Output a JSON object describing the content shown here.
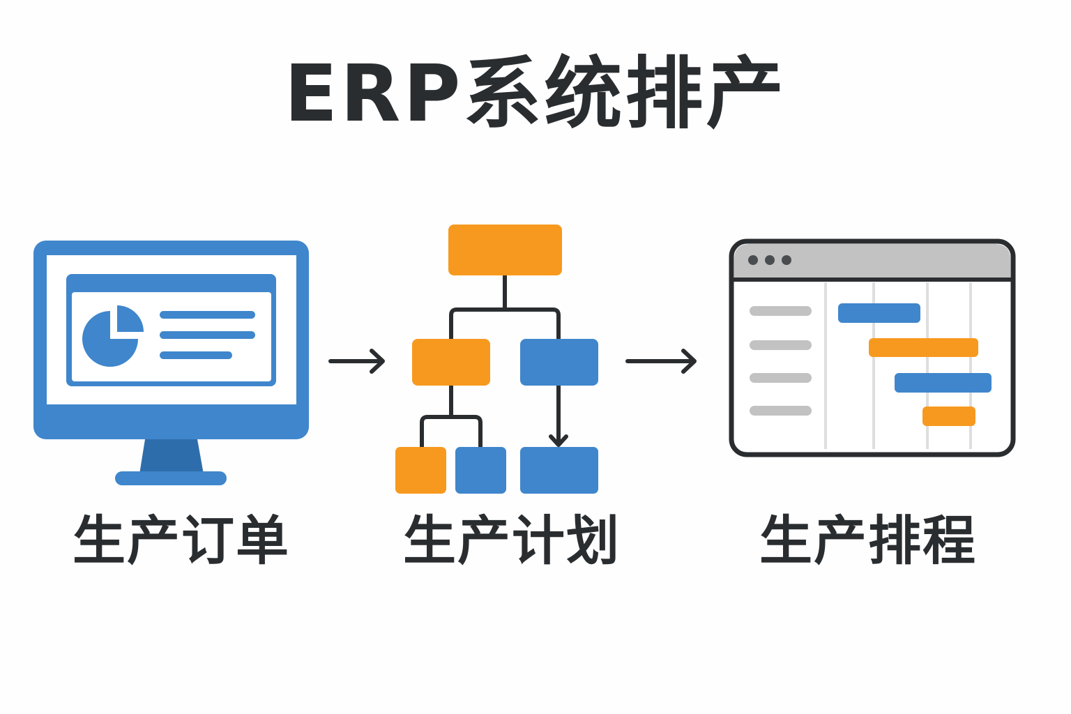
{
  "title": "ERP系统排产",
  "colors": {
    "blue": "#3f86cc",
    "blue_dark": "#2e6dab",
    "orange": "#f7991f",
    "dark": "#2a2d30",
    "gray": "#c2c2c2",
    "grid": "#dedede"
  },
  "steps": [
    {
      "label": "生产订单",
      "icon": "monitor-chart-icon"
    },
    {
      "label": "生产计划",
      "icon": "flowchart-icon"
    },
    {
      "label": "生产排程",
      "icon": "gantt-window-icon"
    }
  ],
  "arrows": [
    "arrow-right-icon",
    "arrow-right-icon"
  ]
}
